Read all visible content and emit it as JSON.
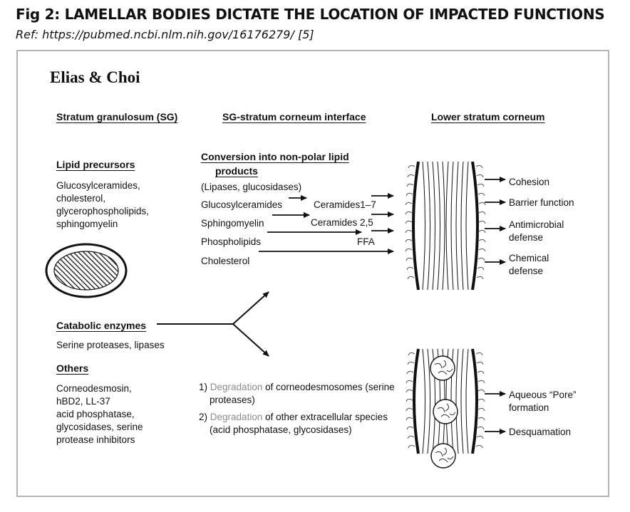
{
  "figure": {
    "title": "Fig 2: LAMELLAR BODIES DICTATE THE LOCATION OF IMPACTED FUNCTIONS",
    "reference": "Ref: https://pubmed.ncbi.nlm.nih.gov/16176279/ [5]"
  },
  "diagram": {
    "authors": "Elias & Choi",
    "columns": {
      "left": "Stratum granulosum (SG)",
      "middle": "SG-stratum corneum interface",
      "right": "Lower stratum corneum"
    },
    "left": {
      "lipid_precursors_title": "Lipid precursors",
      "lipid_precursors_lines": [
        "Glucosylceramides,",
        "cholesterol,",
        "glycerophospholipids,",
        "sphingomyelin"
      ],
      "catabolic_title": "Catabolic enzymes",
      "catabolic_text": "Serine proteases, lipases",
      "others_title": "Others",
      "others_lines": [
        "Corneodesmosin,",
        "hBD2, LL-37",
        "acid phosphatase,",
        "glycosidases, serine",
        "protease inhibitors"
      ]
    },
    "middle": {
      "conversion_title_line1": "Conversion into non-polar lipid",
      "conversion_title_line2": "products",
      "enzymes_note": "(Lipases, glucosidases)",
      "substrates": [
        "Glucosylceramides",
        "Sphingomyelin",
        "Phospholipids",
        "Cholesterol"
      ],
      "products": [
        "Ceramides1–7",
        "Ceramides 2,5",
        "FFA"
      ],
      "degradation_1_num": "1)",
      "degradation_1_word": "Degradation",
      "degradation_1_rest": "of corneodesmosomes (serine",
      "degradation_1_line2": "proteases)",
      "degradation_2_num": "2)",
      "degradation_2_word": "Degradation",
      "degradation_2_rest": "of other extracellular species",
      "degradation_2_line2": "(acid phosphatase, glycosidases)"
    },
    "right": {
      "upper_functions": [
        "Cohesion",
        "Barrier function",
        "Antimicrobial",
        "defense",
        "Chemical",
        "defense"
      ],
      "lower_functions": [
        "Aqueous “Pore”",
        "formation",
        "Desquamation"
      ]
    },
    "colors": {
      "highlight_gray": "#8c8c8c",
      "frame_border": "#b4b4b4"
    }
  }
}
